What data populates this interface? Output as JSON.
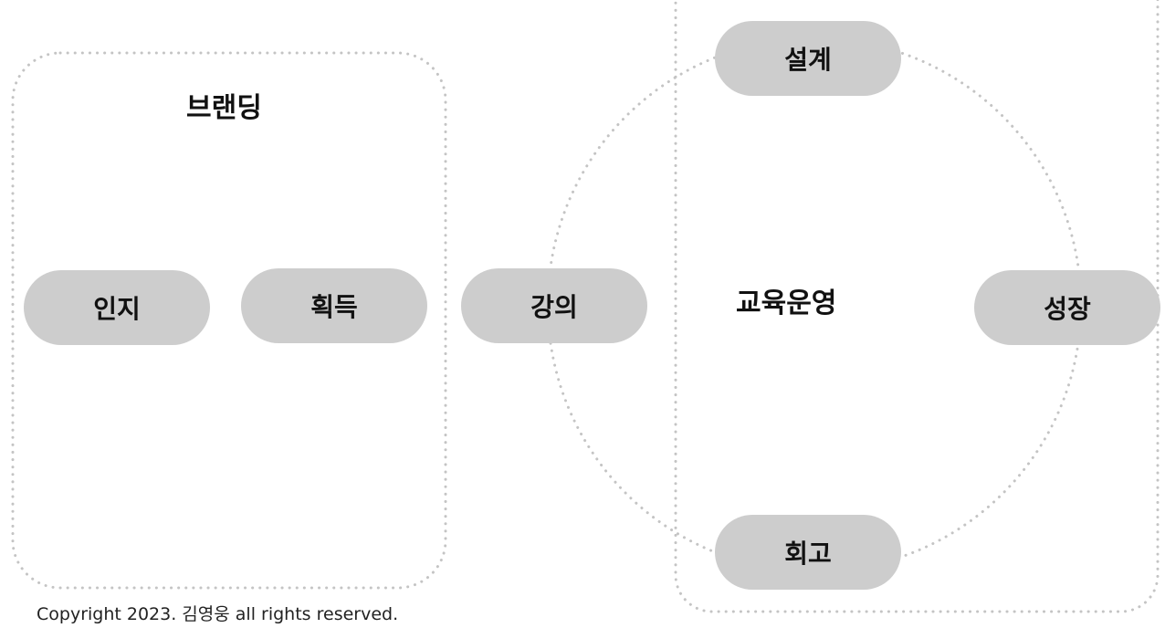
{
  "groups": {
    "branding_title": "브랜딩",
    "education_title": "교육운영"
  },
  "nodes": {
    "recognition": "인지",
    "acquisition": "획득",
    "lecture": "강의",
    "design": "설계",
    "growth": "성장",
    "retrospective": "회고"
  },
  "footer": {
    "copyright": "Copyright 2023. 김영웅 all rights reserved."
  },
  "colors": {
    "pill_fill": "#cdcdcd",
    "dotted_line": "#c4c4c4",
    "text": "#111111"
  }
}
